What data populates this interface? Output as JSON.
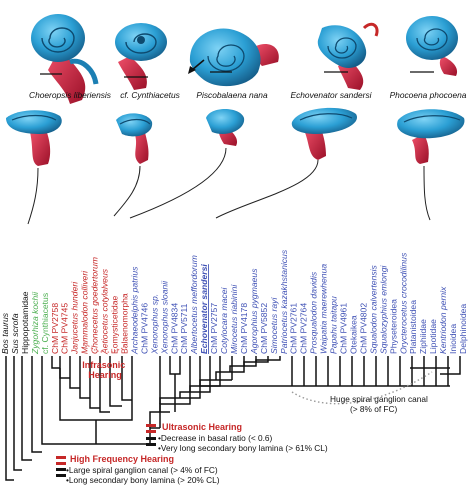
{
  "specimen_labels": [
    "Choeropsis liberiensis",
    "cf. Cynthiacetus",
    "Piscobalaena nana",
    "Echovenator sandersi",
    "Phocoena phocoena"
  ],
  "taxa": [
    {
      "name": "Bos taurus",
      "color": "#111111"
    },
    {
      "name": "Sus scrofa",
      "color": "#111111"
    },
    {
      "name": "Hippopotamidae",
      "color": "#111111"
    },
    {
      "name": "Zygorhiza kochii",
      "color": "#4caf50"
    },
    {
      "name": "cf. Cynthiacetus",
      "color": "#4caf50"
    },
    {
      "name": "ChM PV2758",
      "color": "#c62828"
    },
    {
      "name": "ChM PV4745",
      "color": "#c62828"
    },
    {
      "name": "Janjucetus hunderi",
      "color": "#c62828"
    },
    {
      "name": "Mammalodon colliveri",
      "color": "#c62828"
    },
    {
      "name": "Chonecetus goedertorum",
      "color": "#c62828"
    },
    {
      "name": "Aetiocetus cotylalveus",
      "color": "#c62828"
    },
    {
      "name": "Eomysticetidae",
      "color": "#c62828"
    },
    {
      "name": "Balaenomorpha",
      "color": "#c62828"
    },
    {
      "name": "Archaeodelphis patrius",
      "color": "#3f51b5"
    },
    {
      "name": "ChM PV4746",
      "color": "#3f51b5"
    },
    {
      "name": "Xenorophus sp.",
      "color": "#3f51b5"
    },
    {
      "name": "Xenorophus sloanii",
      "color": "#3f51b5"
    },
    {
      "name": "ChM PV4834",
      "color": "#3f51b5"
    },
    {
      "name": "ChM PV5711",
      "color": "#3f51b5"
    },
    {
      "name": "Albertocetus meffordorum",
      "color": "#3f51b5"
    },
    {
      "name": "Echovenator sandersi",
      "color": "#3f51b5"
    },
    {
      "name": "ChM PV2757",
      "color": "#3f51b5"
    },
    {
      "name": "Cotylocara macei",
      "color": "#3f51b5"
    },
    {
      "name": "Mirocetus riabinini",
      "color": "#3f51b5"
    },
    {
      "name": "ChM PV4178",
      "color": "#3f51b5"
    },
    {
      "name": "Agorophius pygmaeus",
      "color": "#3f51b5"
    },
    {
      "name": "ChM PV5852",
      "color": "#3f51b5"
    },
    {
      "name": "Simocetus rayi",
      "color": "#3f51b5"
    },
    {
      "name": "Patriocetus kazakhstanicus",
      "color": "#3f51b5"
    },
    {
      "name": "ChM PV2761",
      "color": "#3f51b5"
    },
    {
      "name": "ChM PV2764",
      "color": "#3f51b5"
    },
    {
      "name": "Prosqualodon davidis",
      "color": "#3f51b5"
    },
    {
      "name": "Waipatia maerewhenua",
      "color": "#3f51b5"
    },
    {
      "name": "Papahu taitapu",
      "color": "#3f51b5"
    },
    {
      "name": "ChM PV4961",
      "color": "#3f51b5"
    },
    {
      "name": "Otekaikea",
      "color": "#3f51b5"
    },
    {
      "name": "ChM PV4802",
      "color": "#3f51b5"
    },
    {
      "name": "Squalodon calvertensis",
      "color": "#3f51b5"
    },
    {
      "name": "Squalozyphius emlongi",
      "color": "#3f51b5"
    },
    {
      "name": "Physeteroidea",
      "color": "#3f51b5"
    },
    {
      "name": "Orycterocetus crocodilinus",
      "color": "#3f51b5"
    },
    {
      "name": "Platanistoidea",
      "color": "#3f51b5"
    },
    {
      "name": "Ziphiidae",
      "color": "#3f51b5"
    },
    {
      "name": "Lipotidae",
      "color": "#3f51b5"
    },
    {
      "name": "Kentriodon pernix",
      "color": "#3f51b5"
    },
    {
      "name": "Inioidea",
      "color": "#3f51b5"
    },
    {
      "name": "Delphinoidea",
      "color": "#3f51b5"
    }
  ],
  "annotations": {
    "infrasonic": "Infrasonic\nHearing",
    "spiral_canal": "Huge spiral ganglion canal\n(> 8% of FC)",
    "ultrasonic_title": "Ultrasonic Hearing",
    "ultrasonic_1": "•Decrease in basal ratio (< 0.6)",
    "ultrasonic_2": "•Very long secondary bony lamina (> 61% CL)",
    "hf_title": "High Frequency Hearing",
    "hf_1": "•Large spiral ganglion canal (> 4% of FC)",
    "hf_2": "•Long secondary bony lamina (> 20% CL)"
  },
  "colors": {
    "cochlea": "#2b9fd4",
    "vestibule": "#d81b3c",
    "archaeocete": "#4caf50",
    "mysticete": "#c62828",
    "odontocete": "#3f51b5",
    "highlight": "#c62828"
  }
}
